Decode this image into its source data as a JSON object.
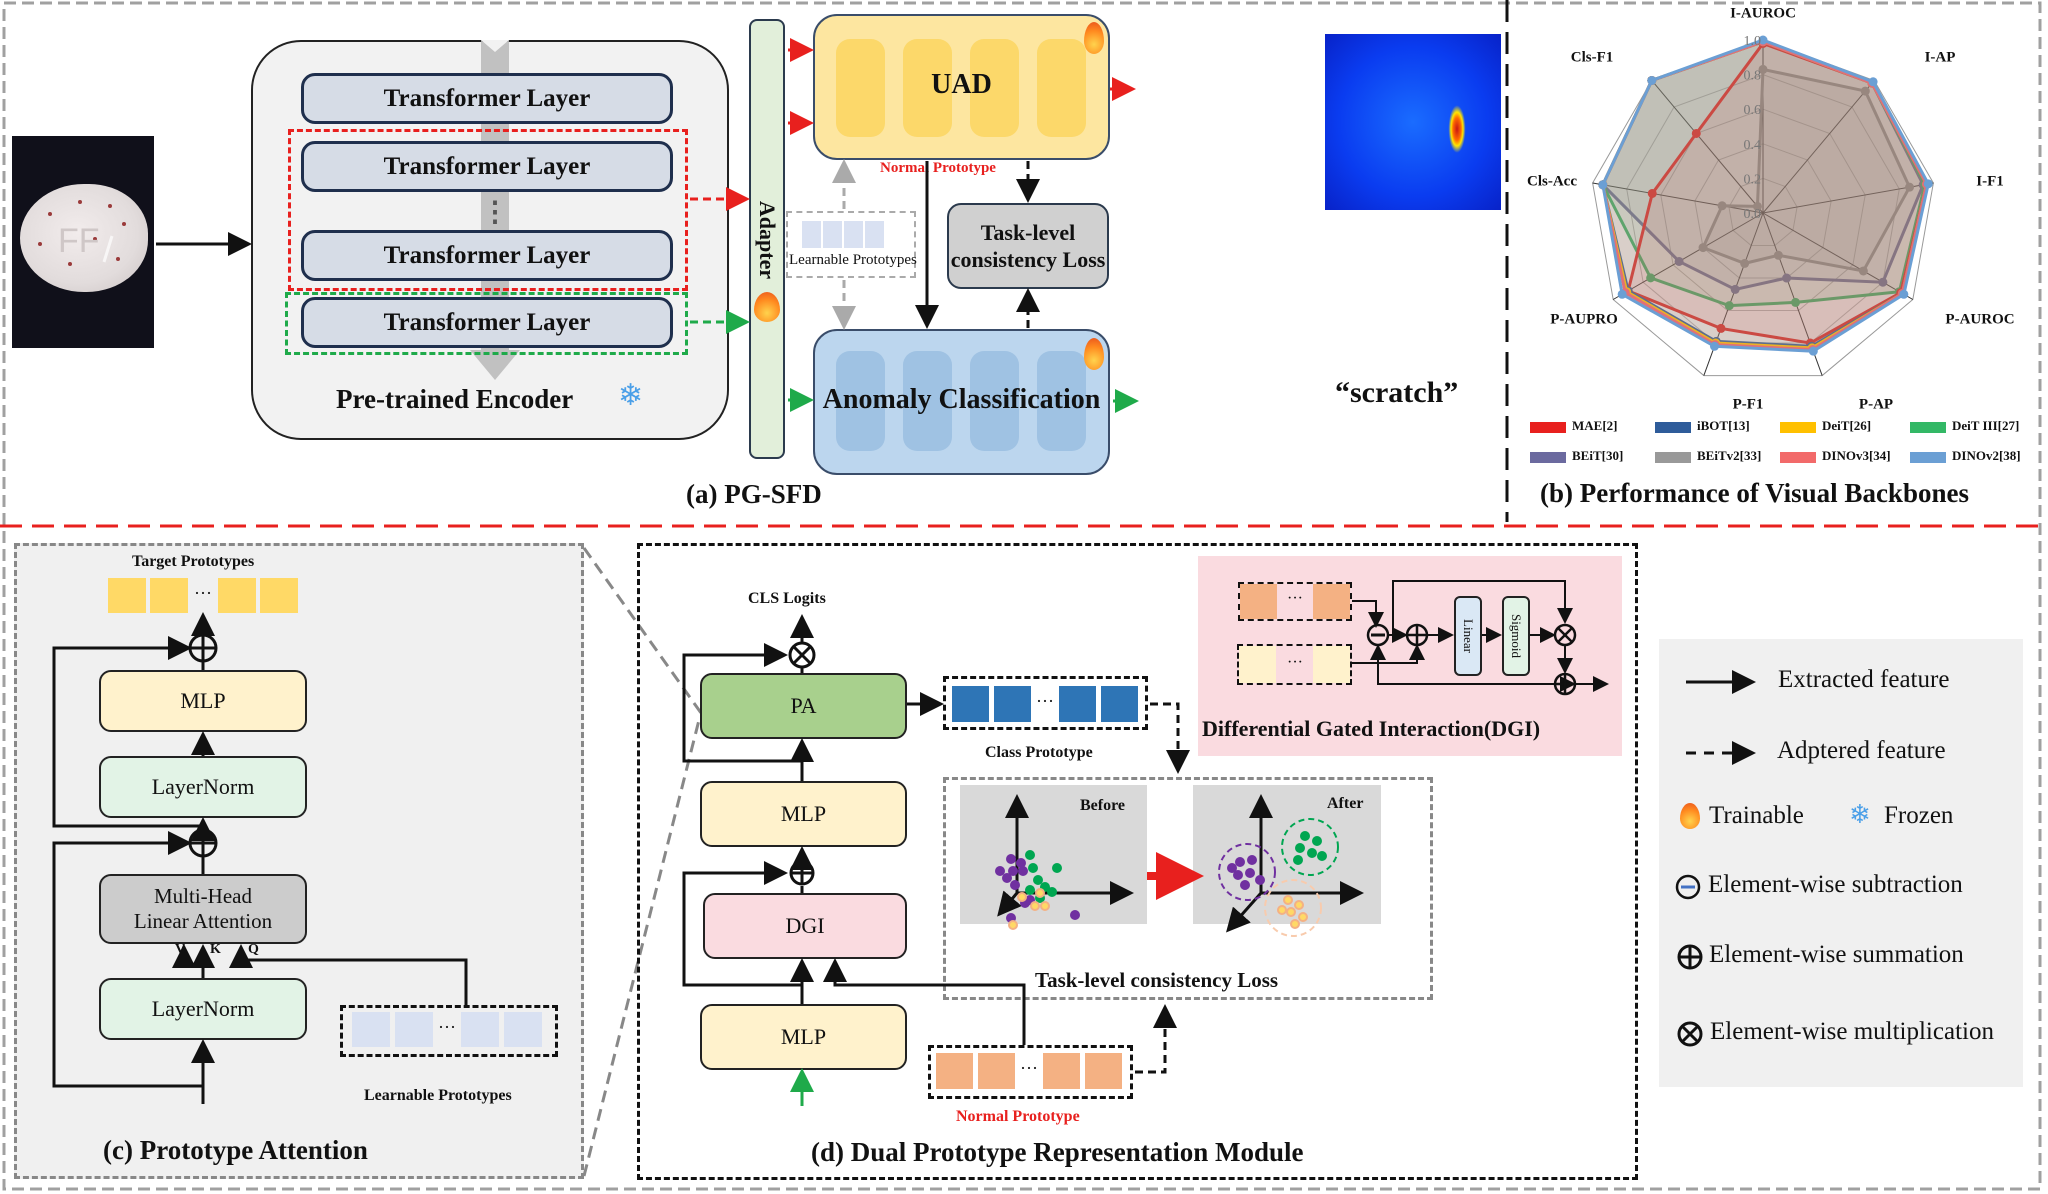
{
  "panel_a": {
    "caption": "(a) PG-SFD",
    "encoder_label": "Pre-trained Encoder",
    "transformer_layers": [
      "Transformer Layer",
      "Transformer Layer",
      "Transformer Layer",
      "Transformer Layer"
    ],
    "ellipsis": "⋮",
    "adapter_label": "Adapter",
    "uad_label": "UAD",
    "normal_prototype_label": "Normal Prototype",
    "learnable_prototypes_label": "Learnable Prototypes",
    "loss_label_line1": "Task-level",
    "loss_label_line2": "consistency Loss",
    "anomaly_classification_label": "Anomaly Classification",
    "output_label": "“scratch”",
    "icons": {
      "trainable": "flame-icon",
      "frozen": "snowflake-icon"
    }
  },
  "panel_b": {
    "caption": "(b) Performance of Visual Backbones"
  },
  "panel_c": {
    "caption": "(c) Prototype Attention",
    "target_prototypes_label": "Target Prototypes",
    "mlp_label": "MLP",
    "layernorm_top_label": "LayerNorm",
    "attention_line1": "Multi-Head",
    "attention_line2": "Linear Attention",
    "layernorm_bottom_label": "LayerNorm",
    "learnable_prototypes_label": "Learnable Prototypes",
    "v_label": "V",
    "k_label": "K",
    "q_label": "Q",
    "ellipsis": "···"
  },
  "panel_d": {
    "caption": "(d) Dual Prototype Representation Module",
    "cls_logits_label": "CLS Logits",
    "pa_label": "PA",
    "mlp_top_label": "MLP",
    "dgi_label": "DGI",
    "mlp_bottom_label": "MLP",
    "class_prototype_label": "Class Prototype",
    "normal_prototype_label": "Normal Prototype",
    "before_label": "Before",
    "after_label": "After",
    "loss_label": "Task-level consistency Loss",
    "ellipsis": "···",
    "dgi_box": {
      "title": "Differential Gated Interaction(DGI)",
      "linear_label": "Linear",
      "sigmoid_label": "Sigmoid",
      "ellipsis": "···"
    }
  },
  "legend": {
    "extracted_feature": "Extracted feature",
    "adaptered_feature": "Adptered feature",
    "trainable": "Trainable",
    "frozen": "Frozen",
    "subtraction": "Element-wise subtraction",
    "summation": "Element-wise summation",
    "multiplication": "Element-wise multiplication"
  },
  "colors": {
    "red_path": "#e8201e",
    "green_path": "#1faa4a",
    "uad_fill": "#fde6a0",
    "classification_fill": "#bcd6ee",
    "adapter_fill": "#e2efda",
    "pa_fill": "#a8d08d",
    "dgi_fill": "#fadbe0",
    "mlp_fill": "#fff2cc",
    "layernorm_fill": "#e2f3e6",
    "attention_fill": "#cccccc",
    "class_proto": "#2e75b6",
    "normal_proto": "#f4b183",
    "target_proto": "#ffd966",
    "learnable_proto": "#d9e1f2"
  },
  "chart_data": {
    "type": "radar",
    "title": "(b) Performance of Visual Backbones",
    "axes": [
      "I-AUROC",
      "I-AP",
      "I-F1",
      "P-AUROC",
      "P-AP",
      "P-F1",
      "P-AUPRO",
      "Cls-Acc",
      "Cls-F1"
    ],
    "range": [
      0,
      1.0
    ],
    "ticks": [
      "0.0",
      "0.2",
      "0.4",
      "0.6",
      "0.8",
      "1.0"
    ],
    "legend_position": "bottom",
    "series": [
      {
        "name": "MAE[2]",
        "color": "#e8201e",
        "values": [
          0.98,
          0.98,
          0.96,
          0.92,
          0.8,
          0.71,
          0.9,
          0.65,
          0.6
        ]
      },
      {
        "name": "iBOT[13]",
        "color": "#2e5c9a",
        "values": [
          0.99,
          0.98,
          0.96,
          0.93,
          0.82,
          0.79,
          0.9,
          0.94,
          1.0
        ]
      },
      {
        "name": "DeiT[26]",
        "color": "#ffc000",
        "values": [
          0.99,
          0.98,
          0.96,
          0.93,
          0.83,
          0.8,
          0.91,
          0.94,
          1.0
        ]
      },
      {
        "name": "DeiT III[27]",
        "color": "#33b866",
        "values": [
          0.99,
          0.98,
          0.95,
          0.91,
          0.55,
          0.57,
          0.75,
          0.94,
          1.0
        ]
      },
      {
        "name": "BEiT[30]",
        "color": "#6b6a9f",
        "values": [
          0.99,
          0.98,
          0.94,
          0.8,
          0.4,
          0.47,
          0.56,
          0.94,
          1.0
        ]
      },
      {
        "name": "BEiTv2[33]",
        "color": "#999999",
        "values": [
          0.83,
          0.92,
          0.86,
          0.67,
          0.26,
          0.31,
          0.4,
          0.24,
          0.05
        ]
      },
      {
        "name": "DINOv3[34]",
        "color": "#f26a6a",
        "values": [
          0.99,
          0.98,
          0.96,
          0.93,
          0.84,
          0.81,
          0.92,
          0.94,
          1.0
        ]
      },
      {
        "name": "DINOv2[38]",
        "color": "#6b9fd4",
        "values": [
          1.0,
          0.99,
          0.97,
          0.94,
          0.85,
          0.82,
          0.94,
          0.94,
          1.0
        ]
      }
    ]
  }
}
